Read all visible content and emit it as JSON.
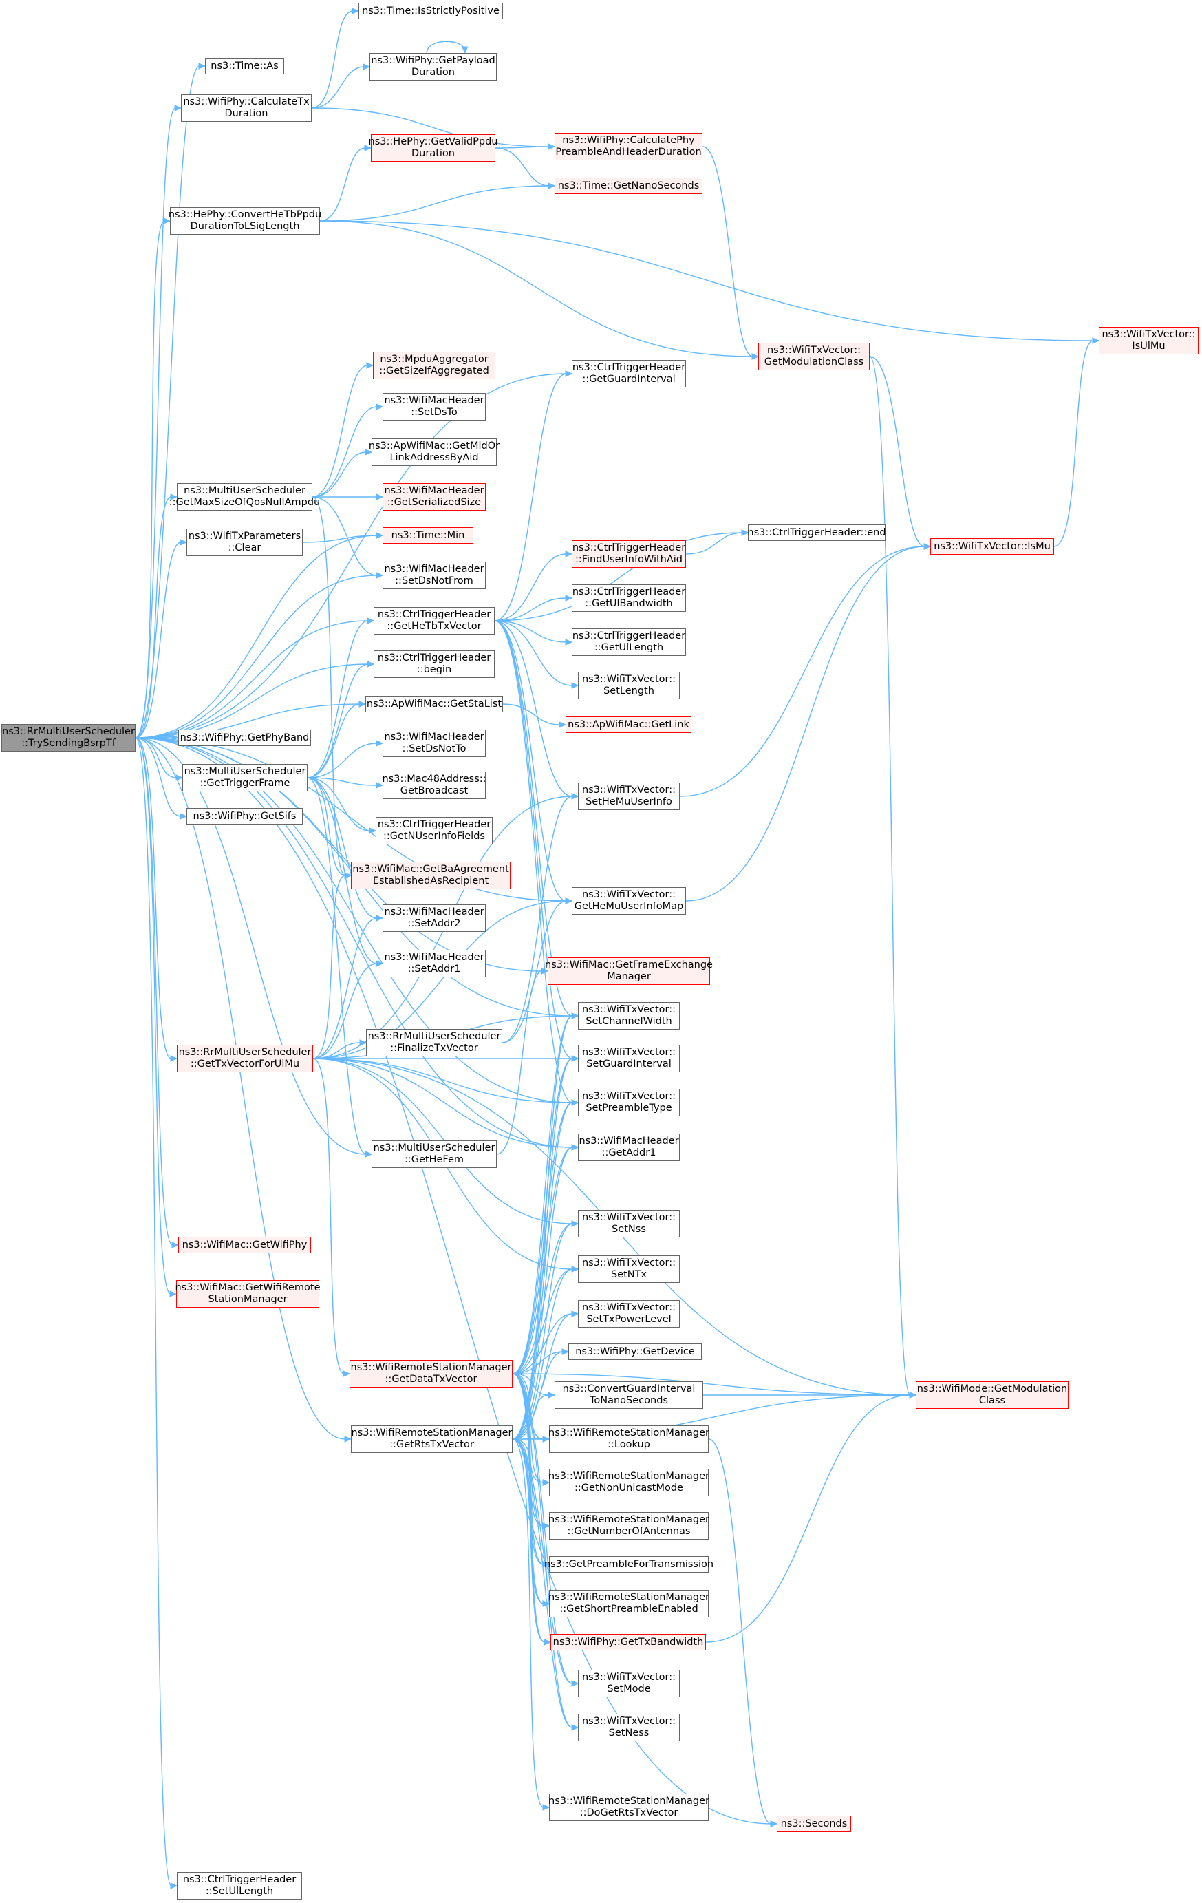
{
  "colors": {
    "edge": "#63b8ff",
    "node_border": "#666666",
    "missing_border": "#ff0000",
    "missing_fill": "#fff0f0",
    "root_fill": "#999999"
  },
  "nodes": {
    "root": "ns3::RrMultiUserScheduler\n::TrySendingBsrpTf",
    "is_strictly_positive": "ns3::Time::IsStrictlyPositive",
    "time_as": "ns3::Time::As",
    "get_payload_duration": "ns3::WifiPhy::GetPayload\nDuration",
    "calculate_tx_duration": "ns3::WifiPhy::CalculateTx\nDuration",
    "get_valid_ppdu_duration": "ns3::HePhy::GetValidPpdu\nDuration",
    "calculate_phy_preamble": "ns3::WifiPhy::CalculatePhy\nPreambleAndHeaderDuration",
    "get_nano_seconds": "ns3::Time::GetNanoSeconds",
    "convert_he_tb": "ns3::HePhy::ConvertHeTbPpdu\nDurationToLSigLength",
    "is_ul_mu": "ns3::WifiTxVector::\nIsUlMu",
    "get_modulation_class_txv": "ns3::WifiTxVector::\nGetModulationClass",
    "get_size_if_aggregated": "ns3::MpduAggregator\n::GetSizeIfAggregated",
    "get_guard_interval": "ns3::CtrlTriggerHeader\n::GetGuardInterval",
    "set_ds_to": "ns3::WifiMacHeader\n::SetDsTo",
    "get_mld_or_link": "ns3::ApWifiMac::GetMldOr\nLinkAddressByAid",
    "get_max_size_qos_null": "ns3::MultiUserScheduler\n::GetMaxSizeOfQosNullAmpdu",
    "get_serialized_size": "ns3::WifiMacHeader\n::GetSerializedSize",
    "tx_params_clear": "ns3::WifiTxParameters\n::Clear",
    "time_min": "ns3::Time::Min",
    "trigger_end": "ns3::CtrlTriggerHeader::end",
    "is_mu": "ns3::WifiTxVector::IsMu",
    "find_user_info": "ns3::CtrlTriggerHeader\n::FindUserInfoWithAid",
    "set_ds_not_from": "ns3::WifiMacHeader\n::SetDsNotFrom",
    "get_ul_bandwidth": "ns3::CtrlTriggerHeader\n::GetUlBandwidth",
    "get_he_tb_tx_vector": "ns3::CtrlTriggerHeader\n::GetHeTbTxVector",
    "get_ul_length": "ns3::CtrlTriggerHeader\n::GetUlLength",
    "trigger_begin": "ns3::CtrlTriggerHeader\n::begin",
    "set_length": "ns3::WifiTxVector::\nSetLength",
    "get_sta_list": "ns3::ApWifiMac::GetStaList",
    "get_link": "ns3::ApWifiMac::GetLink",
    "get_phy_band": "ns3::WifiPhy::GetPhyBand",
    "set_ds_not_to": "ns3::WifiMacHeader\n::SetDsNotTo",
    "get_trigger_frame": "ns3::MultiUserScheduler\n::GetTriggerFrame",
    "get_broadcast": "ns3::Mac48Address::\nGetBroadcast",
    "set_he_mu_user_info": "ns3::WifiTxVector::\nSetHeMuUserInfo",
    "get_sifs": "ns3::WifiPhy::GetSifs",
    "get_n_user_info_fields": "ns3::CtrlTriggerHeader\n::GetNUserInfoFields",
    "get_ba_agreement": "ns3::WifiMac::GetBaAgreement\nEstablishedAsRecipient",
    "get_he_mu_user_info_map": "ns3::WifiTxVector::\nGetHeMuUserInfoMap",
    "set_addr2": "ns3::WifiMacHeader\n::SetAddr2",
    "get_frame_exchange_manager": "ns3::WifiMac::GetFrameExchange\nManager",
    "set_addr1": "ns3::WifiMacHeader\n::SetAddr1",
    "set_channel_width": "ns3::WifiTxVector::\nSetChannelWidth",
    "finalize_tx_vector": "ns3::RrMultiUserScheduler\n::FinalizeTxVector",
    "get_tx_vector_for_ul_mu": "ns3::RrMultiUserScheduler\n::GetTxVectorForUlMu",
    "set_guard_interval": "ns3::WifiTxVector::\nSetGuardInterval",
    "set_preamble_type": "ns3::WifiTxVector::\nSetPreambleType",
    "get_he_fem": "ns3::MultiUserScheduler\n::GetHeFem",
    "get_addr1": "ns3::WifiMacHeader\n::GetAddr1",
    "set_nss": "ns3::WifiTxVector::\nSetNss",
    "get_wifi_phy": "ns3::WifiMac::GetWifiPhy",
    "set_ntx": "ns3::WifiTxVector::\nSetNTx",
    "get_wifi_remote_station_manager": "ns3::WifiMac::GetWifiRemote\nStationManager",
    "set_tx_power_level": "ns3::WifiTxVector::\nSetTxPowerLevel",
    "get_device": "ns3::WifiPhy::GetDevice",
    "get_data_tx_vector": "ns3::WifiRemoteStationManager\n::GetDataTxVector",
    "convert_guard_interval": "ns3::ConvertGuardInterval\nToNanoSeconds",
    "get_modulation_class_mode": "ns3::WifiMode::GetModulation\nClass",
    "get_rts_tx_vector": "ns3::WifiRemoteStationManager\n::GetRtsTxVector",
    "lookup": "ns3::WifiRemoteStationManager\n::Lookup",
    "get_non_unicast_mode": "ns3::WifiRemoteStationManager\n::GetNonUnicastMode",
    "get_number_of_antennas": "ns3::WifiRemoteStationManager\n::GetNumberOfAntennas",
    "get_preamble_for_transmission": "ns3::GetPreambleForTransmission",
    "get_short_preamble_enabled": "ns3::WifiRemoteStationManager\n::GetShortPreambleEnabled",
    "get_tx_bandwidth": "ns3::WifiPhy::GetTxBandwidth",
    "set_mode": "ns3::WifiTxVector::\nSetMode",
    "set_ness": "ns3::WifiTxVector::\nSetNess",
    "do_get_rts_tx_vector": "ns3::WifiRemoteStationManager\n::DoGetRtsTxVector",
    "seconds": "ns3::Seconds",
    "set_ul_length": "ns3::CtrlTriggerHeader\n::SetUlLength"
  }
}
